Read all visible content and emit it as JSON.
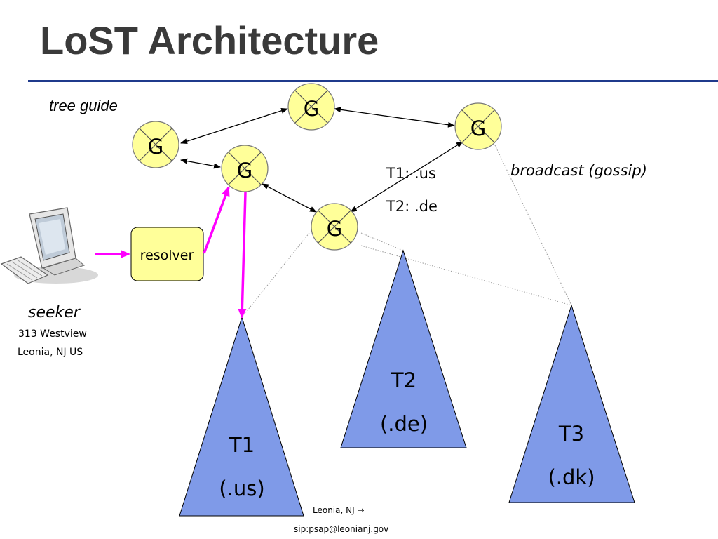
{
  "title": "LoST Architecture",
  "labels": {
    "tree_guide": "tree guide",
    "broadcast": "broadcast (gossip)",
    "t1_mapping": "T1: .us",
    "t2_mapping": "T2: .de",
    "resolver": "resolver",
    "seeker": "seeker",
    "seeker_address_line1": "313 Westview",
    "seeker_address_line2": "Leonia, NJ US",
    "footer_line1": "Leonia, NJ →",
    "footer_line2": "sip:psap@leonianj.gov"
  },
  "guide_nodes": [
    {
      "id": "g-top",
      "label": "G"
    },
    {
      "id": "g-right",
      "label": "G"
    },
    {
      "id": "g-left",
      "label": "G"
    },
    {
      "id": "g-center",
      "label": "G"
    },
    {
      "id": "g-lower",
      "label": "G"
    }
  ],
  "trees": [
    {
      "id": "t1",
      "name": "T1",
      "domain": "(.us)"
    },
    {
      "id": "t2",
      "name": "T2",
      "domain": "(.de)"
    },
    {
      "id": "t3",
      "name": "T3",
      "domain": "(.dk)"
    }
  ],
  "colors": {
    "title": "#3a3a3a",
    "rule": "#1f3a8c",
    "node_fill": "#ffff99",
    "resolver_fill": "#ffff99",
    "tree_fill": "#7f9ae8",
    "query_arrow": "#ff00ff",
    "gossip_arrow": "#000000"
  },
  "icons": {
    "seeker": "desktop-computer-icon"
  }
}
